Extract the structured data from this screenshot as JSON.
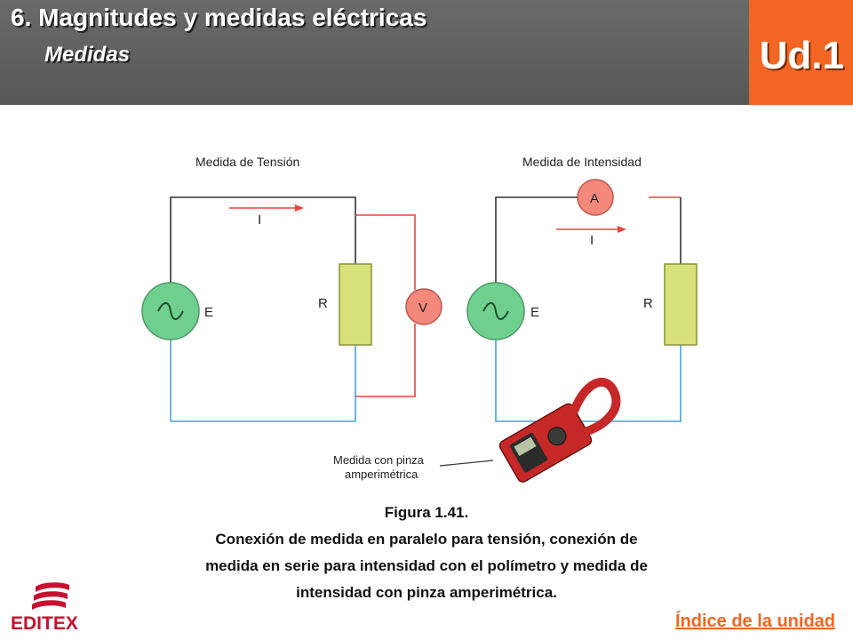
{
  "header": {
    "title": "6. Magnitudes y medidas eléctricas",
    "subtitle": "Medidas",
    "unit": "Ud.1"
  },
  "figure": {
    "tension_label": "Medida de Tensión",
    "intensidad_label": "Medida de Intensidad",
    "current_symbol": "I",
    "source_symbol": "E",
    "resistor_symbol": "R",
    "voltmeter_symbol": "V",
    "ammeter_symbol": "A",
    "clamp_label_line1": "Medida con pinza",
    "clamp_label_line2": "amperimétrica",
    "colors": {
      "wire_black": "#333333",
      "wire_red": "#e8453c",
      "wire_blue": "#4aa3d8",
      "source_fill": "#6fcf8f",
      "resistor_fill": "#d9e27a",
      "meter_fill": "#f4897b",
      "clamp_red": "#c62828"
    }
  },
  "caption": {
    "line1": "Figura 1.41.",
    "line2": "Conexión de medida en paralelo para tensión, conexión de",
    "line3": "medida en serie para intensidad con el polímetro y medida de",
    "line4": "intensidad con pinza amperimétrica."
  },
  "footer": {
    "logo_text": "EDITEX",
    "index_link": "Índice de la unidad"
  }
}
